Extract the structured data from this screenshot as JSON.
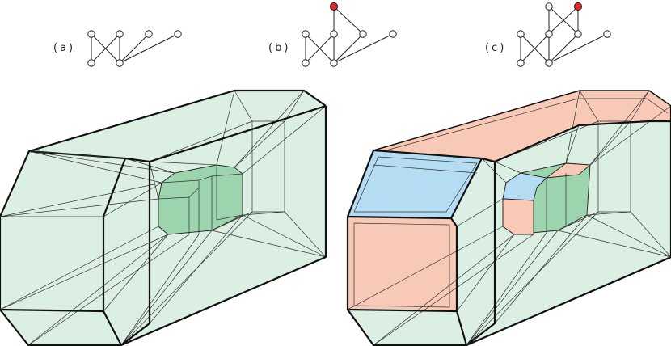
{
  "panels": [
    {
      "label": "(a)"
    },
    {
      "label": "(b)"
    },
    {
      "label": "(c)"
    }
  ],
  "colors": {
    "face_green": "#dcefe3",
    "inner_green": "#9cd4ad",
    "salmon": "#f8c9b6",
    "blue": "#b4dcf2",
    "highlight_node": "#e8232a",
    "line": "#222222"
  },
  "graphs": {
    "a": {
      "highlighted": []
    },
    "b": {
      "highlighted": [
        "top"
      ]
    },
    "c": {
      "highlighted": [
        "top-right"
      ]
    }
  }
}
